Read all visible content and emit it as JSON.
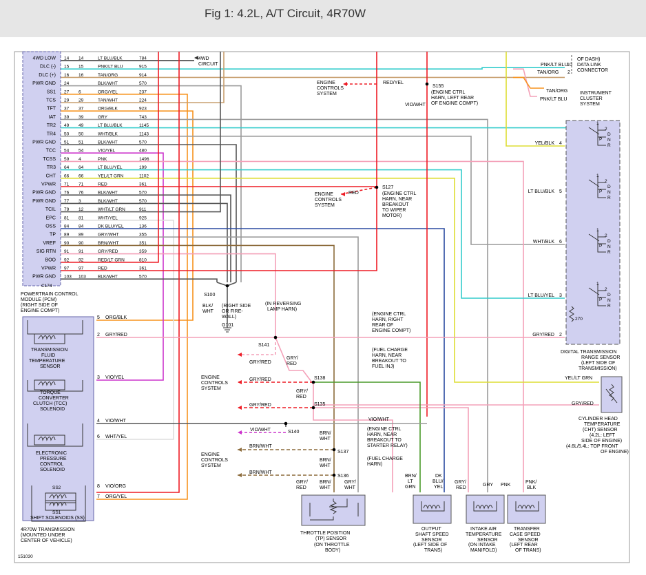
{
  "page": {
    "title": "Fig 1: 4.2L, A/T Circuit, 4R70W",
    "figure_id": "151030"
  },
  "pcm": {
    "connector": "C174",
    "label_lines": [
      "POWERTRAIN CONTROL",
      "MODULE (PCM)",
      "(RIGHT SIDE OF",
      "ENGINE COMPT)"
    ],
    "pins": [
      {
        "name": "4WD LOW",
        "pin": "14",
        "ckt": "14",
        "color": "LT BLU/BLK",
        "wire": "784"
      },
      {
        "name": "DLC (-)",
        "pin": "15",
        "ckt": "15",
        "color": "PNK/LT BLU",
        "wire": "915"
      },
      {
        "name": "DLC (+)",
        "pin": "16",
        "ckt": "16",
        "color": "TAN/ORG",
        "wire": "914"
      },
      {
        "name": "PWR GND",
        "pin": "24",
        "ckt": "",
        "color": "BLK/WHT",
        "wire": "570"
      },
      {
        "name": "SS1",
        "pin": "27",
        "ckt": "6",
        "color": "ORG/YEL",
        "wire": "237"
      },
      {
        "name": "TCS",
        "pin": "29",
        "ckt": "29",
        "color": "TAN/WHT",
        "wire": "224"
      },
      {
        "name": "TFT",
        "pin": "37",
        "ckt": "37",
        "color": "ORG/BLK",
        "wire": "923"
      },
      {
        "name": "IAT",
        "pin": "39",
        "ckt": "39",
        "color": "GRY",
        "wire": "743"
      },
      {
        "name": "TR2",
        "pin": "49",
        "ckt": "49",
        "color": "LT BLU/BLK",
        "wire": "1145"
      },
      {
        "name": "TR4",
        "pin": "50",
        "ckt": "50",
        "color": "WHT/BLK",
        "wire": "1143"
      },
      {
        "name": "PWR GND",
        "pin": "51",
        "ckt": "51",
        "color": "BLK/WHT",
        "wire": "570"
      },
      {
        "name": "TCC",
        "pin": "54",
        "ckt": "54",
        "color": "VIO/YEL",
        "wire": "480"
      },
      {
        "name": "TCSS",
        "pin": "59",
        "ckt": "4",
        "color": "PNK",
        "wire": "1496"
      },
      {
        "name": "TR3",
        "pin": "64",
        "ckt": "64",
        "color": "LT BLU/YEL",
        "wire": "199"
      },
      {
        "name": "CHT",
        "pin": "66",
        "ckt": "66",
        "color": "YEL/LT GRN",
        "wire": "1102"
      },
      {
        "name": "VPWR",
        "pin": "71",
        "ckt": "71",
        "color": "RED",
        "wire": "361"
      },
      {
        "name": "PWR GND",
        "pin": "76",
        "ckt": "76",
        "color": "BLK/WHT",
        "wire": "570"
      },
      {
        "name": "PWR GND",
        "pin": "77",
        "ckt": "3",
        "color": "BLK/WHT",
        "wire": "570"
      },
      {
        "name": "TCIL",
        "pin": "79",
        "ckt": "12",
        "color": "WHT/LT GRN",
        "wire": "911"
      },
      {
        "name": "EPC",
        "pin": "81",
        "ckt": "81",
        "color": "WHT/YEL",
        "wire": "925"
      },
      {
        "name": "OSS",
        "pin": "84",
        "ckt": "84",
        "color": "DK BLU/YEL",
        "wire": "136"
      },
      {
        "name": "TP",
        "pin": "89",
        "ckt": "89",
        "color": "GRY/WHT",
        "wire": "355"
      },
      {
        "name": "VREF",
        "pin": "90",
        "ckt": "90",
        "color": "BRN/WHT",
        "wire": "351"
      },
      {
        "name": "SIG RTN",
        "pin": "91",
        "ckt": "91",
        "color": "GRY/RED",
        "wire": "359"
      },
      {
        "name": "BOO",
        "pin": "92",
        "ckt": "92",
        "color": "RED/LT GRN",
        "wire": "810"
      },
      {
        "name": "VPWR",
        "pin": "97",
        "ckt": "97",
        "color": "RED",
        "wire": "361"
      },
      {
        "name": "PWR GND",
        "pin": "103",
        "ckt": "103",
        "color": "BLK/WHT",
        "wire": "570"
      }
    ]
  },
  "top_labels": {
    "fourwd": [
      "4WD",
      "CIRCUIT"
    ],
    "dlc": [
      "OF DASH)",
      "DATA LINK",
      "CONNECTOR"
    ],
    "dlc_wires": [
      {
        "color": "PNK/LT BLU",
        "pin": "10"
      },
      {
        "color": "TAN/ORG",
        "pin": "2"
      }
    ],
    "cluster_wires": [
      "TAN/ORG",
      "PNK/LT BLU"
    ],
    "cluster": [
      "INSTRUMENT",
      "CLUSTER",
      "SYSTEM"
    ]
  },
  "splices": {
    "s155": {
      "id": "S155",
      "note": [
        "(ENGINE CTRL",
        "HARN, LEFT REAR",
        "OF ENGINE COMPT)"
      ],
      "wire": "RED/YEL",
      "wire2": "VIO/WHT",
      "system": [
        "ENGINE",
        "CONTROLS",
        "SYSTEM"
      ]
    },
    "s127": {
      "id": "S127",
      "note": [
        "(ENGINE CTRL",
        "HARN, NEAR",
        "BREAKOUT",
        "TO WIPER",
        "MOTOR)"
      ],
      "wire": "RED",
      "system": [
        "ENGINE",
        "CONTROLS",
        "SYSTEM"
      ]
    },
    "s100": {
      "id": "S100",
      "wire": [
        "BLK/",
        "WHT"
      ],
      "note": [
        "(RIGHT SIDE",
        "OR FIRE-",
        "WALL)"
      ],
      "ground": "G101"
    },
    "s141": {
      "id": "S141",
      "note": [
        "(IN REVERSING",
        "LAMP HARN)"
      ]
    },
    "s138": {
      "id": "S138",
      "note": [
        "(ENGINE CTRL",
        "HARN, RIGHT",
        "REAR OF",
        "ENGINE COMPT)"
      ]
    },
    "s135": {
      "id": "S135",
      "note": [
        "(FUEL CHARGE",
        "HARN, NEAR",
        "BREAKOUT TO",
        "FUEL INJ)"
      ]
    },
    "s140": {
      "id": "S140"
    },
    "s137": {
      "id": "S137",
      "note": [
        "(ENGINE CTRL",
        "HARN, NEAR",
        "BREAKOUT TO",
        "STARTER RELAY)"
      ]
    },
    "s136": {
      "id": "S136",
      "note": [
        "(FUEL CHARGE",
        "HARN)"
      ]
    }
  },
  "engine_controls_labels": {
    "mid1": [
      "ENGINE",
      "CONTROLS",
      "SYSTEM"
    ],
    "mid2": [
      "ENGINE",
      "CONTROLS",
      "SYSTEM"
    ]
  },
  "mid_wires": {
    "gry_red_a": "GRY/RED",
    "gry_red_b": "GRY/RED",
    "gry_red_c": "GRY/RED",
    "gry_red_v1": [
      "GRY/",
      "RED"
    ],
    "gry_red_v2": [
      "GRY/",
      "RED"
    ],
    "vio_wht_a": "VIO/WHT",
    "vio_wht_b": "VIO/WHT",
    "brn_wht_a": "BRN/WHT",
    "brn_wht_b": "BRN/WHT",
    "brn_wht_v1": [
      "BRN/",
      "WHT"
    ],
    "brn_wht_v2": [
      "BRN/",
      "WHT"
    ]
  },
  "transmission": {
    "label": [
      "4R70W TRANSMISSION",
      "(MOUNTED UNDER",
      "CENTER OF VEHICLE)"
    ],
    "components": {
      "tft": [
        "TRANSMISSION",
        "FLUID",
        "TEMPERATURE",
        "SENSOR"
      ],
      "tcc": [
        "TORQUE",
        "CONVERTER",
        "CLUTCH (TCC)",
        "SOLENOID"
      ],
      "epc": [
        "ELECTRONIC",
        "PRESSURE",
        "CONTROL",
        "SOLENOID"
      ],
      "ss": "SHIFT SOLENOIDS (SS)",
      "ss2": "SS2",
      "ss1": "SS1"
    },
    "pins": [
      {
        "pin": "5",
        "color": "ORG/BLK"
      },
      {
        "pin": "2",
        "color": "GRY/RED"
      },
      {
        "pin": "3",
        "color": "VIO/YEL"
      },
      {
        "pin": "4",
        "color": "VIO/WHT"
      },
      {
        "pin": "6",
        "color": "WHT/YEL"
      },
      {
        "pin": "8",
        "color": "VIO/ORG"
      },
      {
        "pin": "7",
        "color": "ORG/YEL"
      }
    ]
  },
  "dtr": {
    "label": [
      "DIGITAL TRANSMISSION",
      "RANGE SENSOR",
      "(LEFT SIDE OF",
      "TRANSMISSION)"
    ],
    "pins": [
      {
        "pin": "4",
        "color": "YEL/BLK"
      },
      {
        "pin": "5",
        "color": "LT BLU/BLK"
      },
      {
        "pin": "6",
        "color": "WHT/BLK"
      },
      {
        "pin": "3",
        "color": "LT BLU/YEL"
      },
      {
        "pin": "2",
        "color": "GRY/RED"
      }
    ],
    "resistor": "270",
    "contacts": [
      "1",
      "2",
      "D",
      "N",
      "P",
      "R"
    ]
  },
  "cht": {
    "label": [
      "CYLINDER HEAD",
      "TEMPERATURE",
      "(CHT) SENSOR",
      "(4.2L: LEFT",
      "SIDE OF ENGINE)",
      "(4.6L/5.4L: TOP FRONT",
      "OF ENGINE)"
    ],
    "wires": [
      "YEL/LT GRN",
      "GRY/RED"
    ]
  },
  "bottom_sensors": {
    "tp": {
      "label": [
        "THROTTLE POSITION",
        "(TP) SENSOR",
        "",
        "(ON THROTTLE",
        "BODY)"
      ],
      "wires": [
        [
          "GRY/",
          "RED"
        ],
        [
          "BRN/",
          "WHT"
        ],
        [
          "GRY/",
          "WHT"
        ]
      ]
    },
    "oss": {
      "label": [
        "OUTPUT",
        "SHAFT SPEED",
        "SENSOR",
        "",
        "(LEFT SIDE OF",
        "TRANS)"
      ],
      "wires": [
        [
          "BRN/",
          "LT",
          "GRN"
        ],
        [
          "DK",
          "BLU/",
          "YEL"
        ]
      ]
    },
    "iat": {
      "label": [
        "INTAKE AIR",
        "TEMPERATURE",
        "SENSOR",
        "",
        "(ON INTAKE",
        "MANIFOLD)"
      ],
      "wires": [
        [
          "GRY/",
          "RED"
        ],
        [
          "GRY"
        ]
      ]
    },
    "tcss": {
      "label": [
        "TRANSFER",
        "CASE SPEED",
        "SENSOR",
        "",
        "(LEFT REAR",
        "OF TRANS)"
      ],
      "wires": [
        [
          "PNK"
        ],
        [
          "PNK/",
          "BLK"
        ]
      ]
    }
  },
  "colors": {
    "red": "#ee1c25",
    "orange": "#f7931e",
    "tan": "#c8a070",
    "gray": "#9a9a9a",
    "black": "#333333",
    "ltblue": "#33cccc",
    "pink": "#f4a0b8",
    "yellow": "#dddd33",
    "yelgreen": "#b5e61d",
    "violet": "#cc33cc",
    "brown": "#8b6a3a",
    "green": "#4a9a2a",
    "dkblue": "#2a4aa0",
    "module": "#d0d0f0"
  }
}
